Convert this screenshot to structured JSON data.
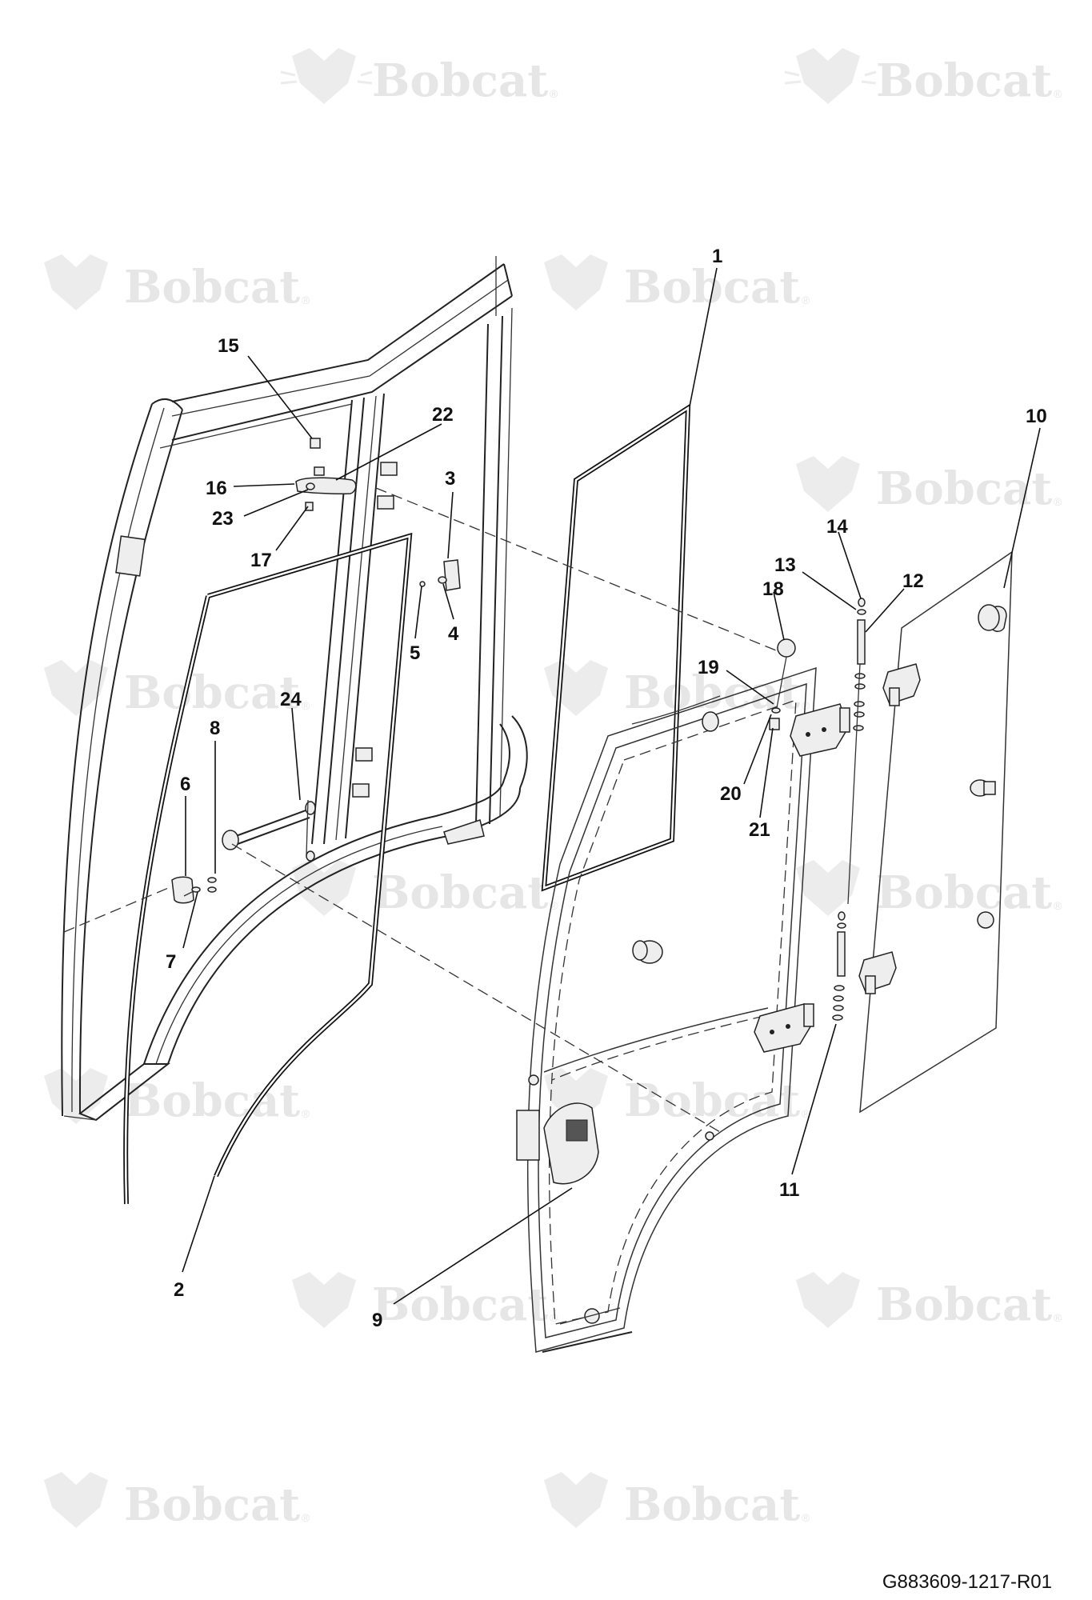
{
  "watermark": {
    "brand_text": "Bobcat",
    "registered_mark": "®"
  },
  "callouts": [
    {
      "id": "c1",
      "label": "1"
    },
    {
      "id": "c2",
      "label": "2"
    },
    {
      "id": "c3",
      "label": "3"
    },
    {
      "id": "c4",
      "label": "4"
    },
    {
      "id": "c5",
      "label": "5"
    },
    {
      "id": "c6",
      "label": "6"
    },
    {
      "id": "c7",
      "label": "7"
    },
    {
      "id": "c8",
      "label": "8"
    },
    {
      "id": "c9",
      "label": "9"
    },
    {
      "id": "c10",
      "label": "10"
    },
    {
      "id": "c11",
      "label": "11"
    },
    {
      "id": "c12",
      "label": "12"
    },
    {
      "id": "c13",
      "label": "13"
    },
    {
      "id": "c14",
      "label": "14"
    },
    {
      "id": "c15",
      "label": "15"
    },
    {
      "id": "c16",
      "label": "16"
    },
    {
      "id": "c17",
      "label": "17"
    },
    {
      "id": "c18",
      "label": "18"
    },
    {
      "id": "c19",
      "label": "19"
    },
    {
      "id": "c20",
      "label": "20"
    },
    {
      "id": "c21",
      "label": "21"
    },
    {
      "id": "c22",
      "label": "22"
    },
    {
      "id": "c23",
      "label": "23"
    },
    {
      "id": "c24",
      "label": "24"
    }
  ],
  "document_id": "G883609-1217-R01",
  "colors": {
    "line": "#222222",
    "watermark": "#e6e6e6",
    "background": "#ffffff"
  }
}
